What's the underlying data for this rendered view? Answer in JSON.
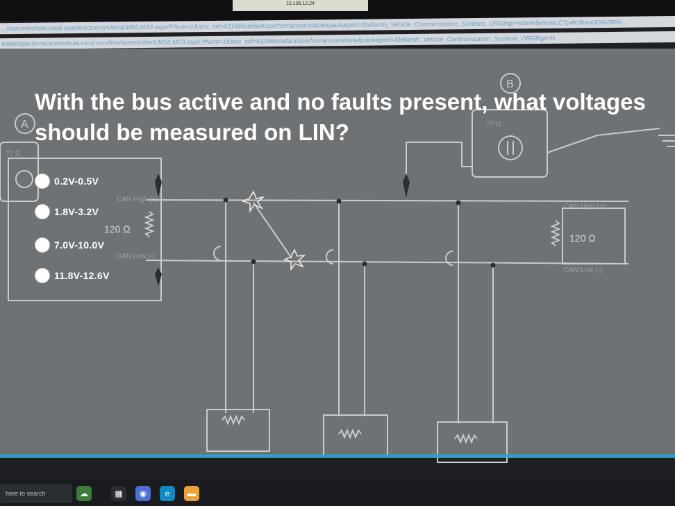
{
  "browser": {
    "top_label": "10.136.12.24",
    "url_line_1": "...manceinstitute.csod.com/lms/scorm/clientLMS/LMS3.aspx?rNum=1&aicc_sid=611666stellantisperformanceinstitute&packageId=Stellantis_Vehicle_Communication_Systems_ORG8qp=%5e%5e%5eLC7p4Kdhte4JG%2Bf%...",
    "url_line_2": "tellantisperformanceinstitute.csod.com/lms/scorm/clientLMS/LMS3.aspx?rNum=1&aicc_sid=611666stellantisperformanceinstitute&packageId=Stellantis_Vehicle_Communication_Systems_ORG8qp=%"
  },
  "quiz": {
    "question": "With the bus active and no faults present, what voltages should be measured on LIN?",
    "options": [
      {
        "label": "0.2V-0.5V"
      },
      {
        "label": "1.8V-3.2V"
      },
      {
        "label": "7.0V-10.0V"
      },
      {
        "label": "11.8V-12.6V"
      }
    ]
  },
  "diagram": {
    "meter_a_letter": "A",
    "meter_b_letter": "B",
    "meter_a_reading": "?? Ω",
    "meter_b_reading": "?? Ω",
    "left_resistor": "120 Ω",
    "right_resistor": "120 Ω",
    "can_high_label": "CAN High (+)",
    "can_low_label": "CAN Low (-)"
  },
  "taskbar": {
    "search_placeholder": "here to search"
  },
  "colors": {
    "slide_bg": "#6f7274",
    "wire": "#c9cbcc",
    "text": "#ffffff"
  }
}
